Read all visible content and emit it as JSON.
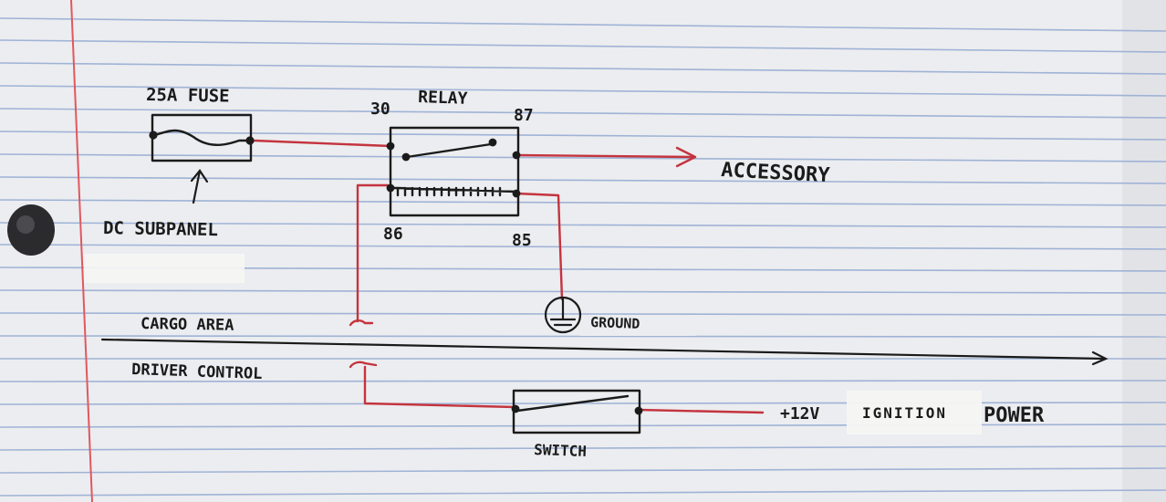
{
  "paper": {
    "background": "#ecedf0",
    "rule_color": "#9fb3d6",
    "margin_color": "#e0585f",
    "ink_color": "#1b1b1b",
    "wire_color": "#c4343e"
  },
  "labels": {
    "fuse": "25A FUSE",
    "relay": "RELAY",
    "pin_30": "30",
    "pin_87": "87",
    "pin_86": "86",
    "pin_85": "85",
    "accessory": "ACCESSORY",
    "subpanel": "DC SUBPANEL",
    "ground": "GROUND",
    "cargo_area": "CARGO AREA",
    "driver_control": "DRIVER CONTROL",
    "switch": "SWITCH",
    "plus12v": "+12V",
    "ignition": "IGNITION",
    "power": "POWER"
  }
}
